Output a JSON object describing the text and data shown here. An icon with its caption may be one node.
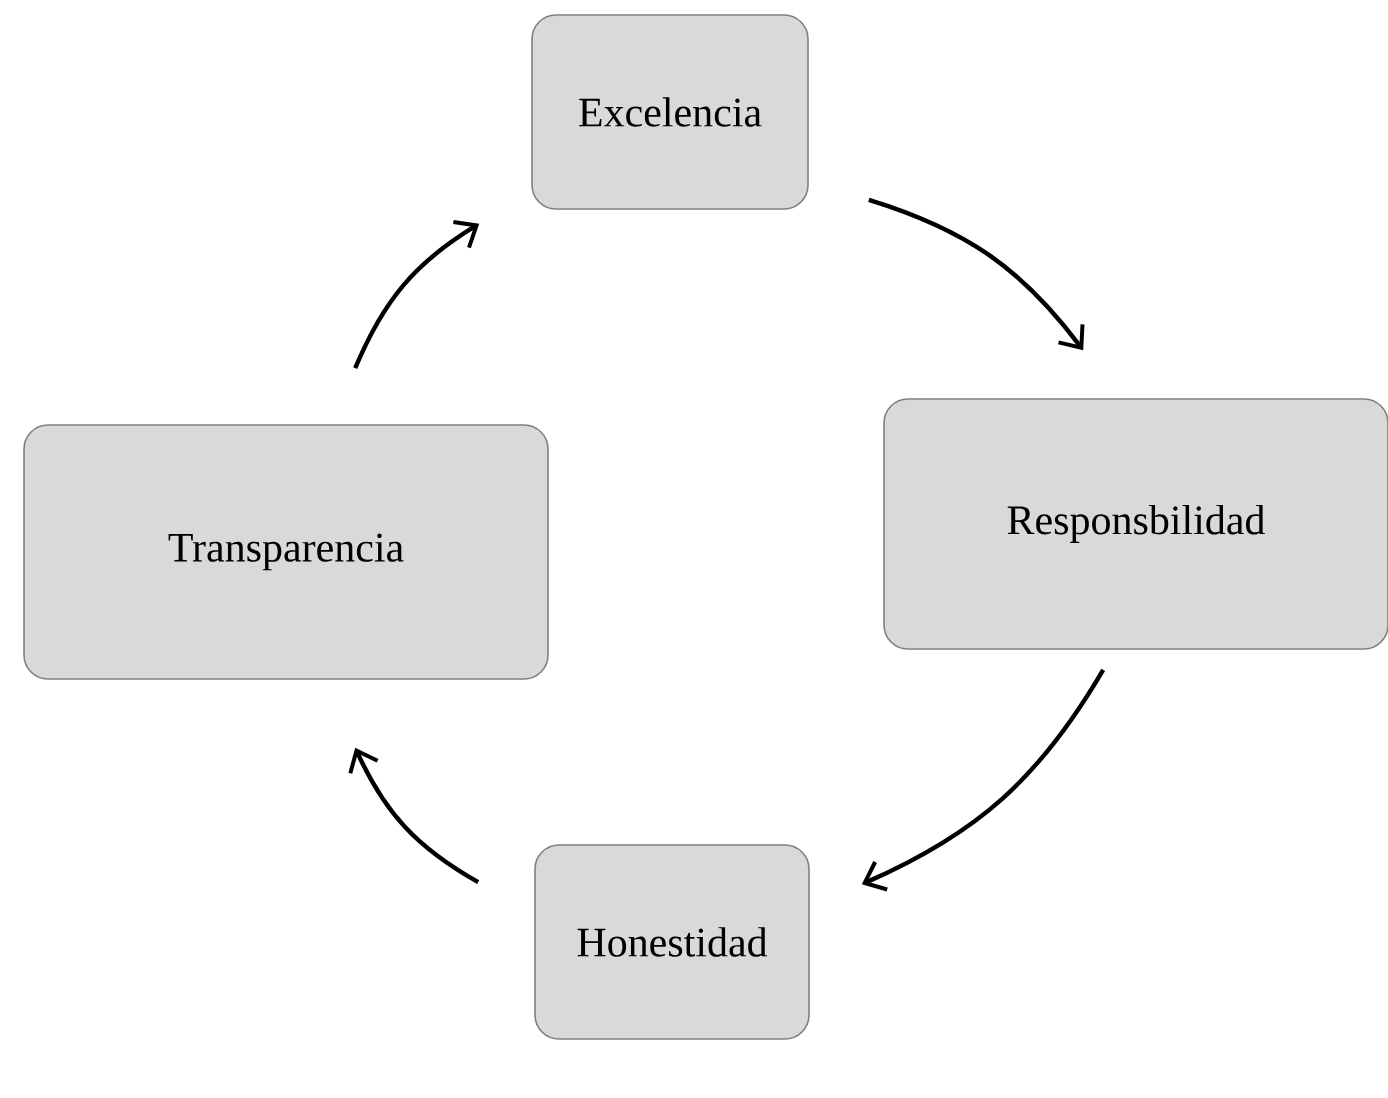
{
  "diagram": {
    "nodes": [
      {
        "text": [
          "Excelencia"
        ]
      },
      {
        "text": [
          "Responsbilidad"
        ]
      },
      {
        "text": [
          "Honestidad"
        ]
      },
      {
        "text": [
          "Transparencia"
        ]
      }
    ],
    "edges": [
      {
        "from": 0,
        "to": 1,
        "arrow": "to"
      },
      {
        "from": 1,
        "to": 2,
        "arrow": "to"
      },
      {
        "from": 2,
        "to": 3,
        "arrow": "to"
      },
      {
        "from": 3,
        "to": 0,
        "arrow": "to"
      }
    ]
  }
}
